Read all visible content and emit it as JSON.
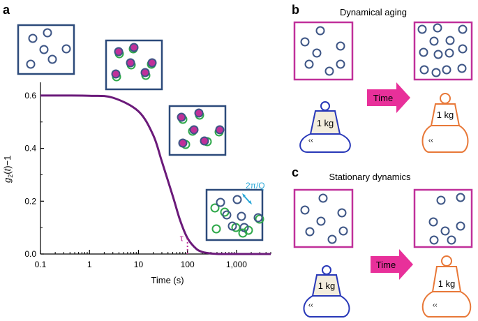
{
  "panels": {
    "a": {
      "label": "a",
      "chart_data": {
        "type": "line",
        "title": "",
        "xlabel": "Time (s)",
        "ylabel_parts": [
          "g",
          "2",
          "(",
          "t",
          ")−1"
        ],
        "x_scale": "log",
        "xlim": [
          0.1,
          5000
        ],
        "ylim": [
          0.0,
          0.65
        ],
        "x_ticks": [
          0.1,
          1,
          10,
          100,
          1000
        ],
        "x_tick_labels": [
          "0.1",
          "1",
          "10",
          "100",
          "1,000"
        ],
        "y_ticks": [
          0.0,
          0.2,
          0.4,
          0.6
        ],
        "y_tick_labels": [
          "0.0",
          "0.2",
          "0.4",
          "0.6"
        ],
        "series": [
          {
            "x": [
              0.1,
              0.3,
              1,
              3,
              10,
              20,
              30,
              50,
              70,
              100,
              150,
              200,
              300,
              500,
              1000,
              5000
            ],
            "y": [
              0.6,
              0.6,
              0.599,
              0.592,
              0.54,
              0.45,
              0.35,
              0.22,
              0.13,
              0.06,
              0.02,
              0.008,
              0.002,
              0.0,
              0.0,
              0.0
            ]
          }
        ],
        "tau_marker": {
          "label": "τ",
          "x": 100
        },
        "color": "#6b1a7a"
      },
      "wavelength_label": "2π/Q"
    },
    "b": {
      "label": "b",
      "title": "Dynamical aging",
      "arrow_label": "Time",
      "weight_label_before": "1 kg",
      "weight_label_after": "1 kg"
    },
    "c": {
      "label": "c",
      "title": "Stationary dynamics",
      "arrow_label": "Time",
      "weight_label_before": "1 kg",
      "weight_label_after": "1 kg"
    }
  },
  "colors": {
    "curve": "#6b1a7a",
    "box_blue": "#2c4a7a",
    "particle": "#3d5585",
    "displaced": "#2ea84a",
    "magenta": "#c0309a",
    "arrow": "#e8309a",
    "weight_blue": "#2838b8",
    "weight_orange": "#e87838",
    "cyan": "#2aa8d8"
  }
}
